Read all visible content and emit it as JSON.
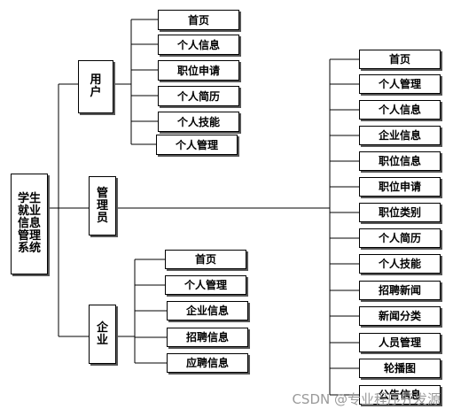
{
  "root": {
    "label": "学生就业信息管理系统"
  },
  "roles": {
    "user": {
      "label": "用户",
      "children": [
        "首页",
        "个人信息",
        "职位申请",
        "个人简历",
        "个人技能",
        "个人管理"
      ]
    },
    "admin": {
      "label": "管理员",
      "children": [
        "首页",
        "个人管理",
        "个人信息",
        "企业信息",
        "职位信息",
        "职位申请",
        "职位类别",
        "个人简历",
        "个人技能",
        "招聘新闻",
        "新闻分类",
        "人员管理",
        "轮播图",
        "公告信息"
      ]
    },
    "company": {
      "label": "企业",
      "children": [
        "首页",
        "个人管理",
        "企业信息",
        "招聘信息",
        "应聘信息"
      ]
    }
  },
  "watermark": "CSDN @专业程序开发源"
}
